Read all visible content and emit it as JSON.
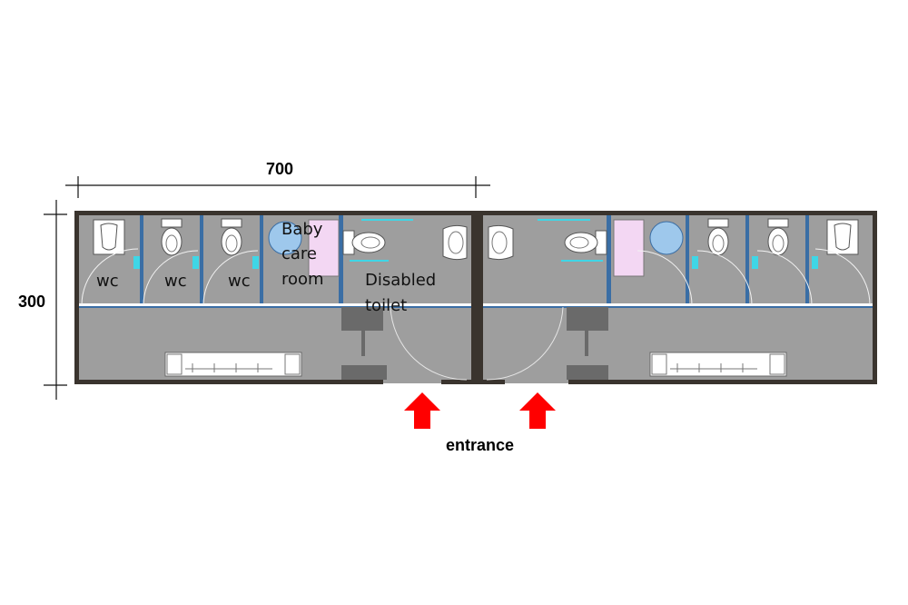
{
  "dimensions": {
    "width_label": "700",
    "height_label": "300"
  },
  "rooms": {
    "wc_1": "wc",
    "wc_2": "wc",
    "wc_3": "wc",
    "baby_care_line1": "Baby",
    "baby_care_line2": "care",
    "baby_care_line3": "room",
    "disabled_line1": "Disabled",
    "disabled_line2": "toilet"
  },
  "entrance": {
    "label": "entrance"
  },
  "colors": {
    "floor": "#9e9e9e",
    "outer_wall": "#3a342e",
    "partition": "#3a6ea5",
    "door_handle": "#3fd6e6",
    "arrow": "#ff0000",
    "baby_table": "#f3d7f3",
    "baby_seat": "#9ec8ec",
    "fixture": "#ffffff"
  }
}
